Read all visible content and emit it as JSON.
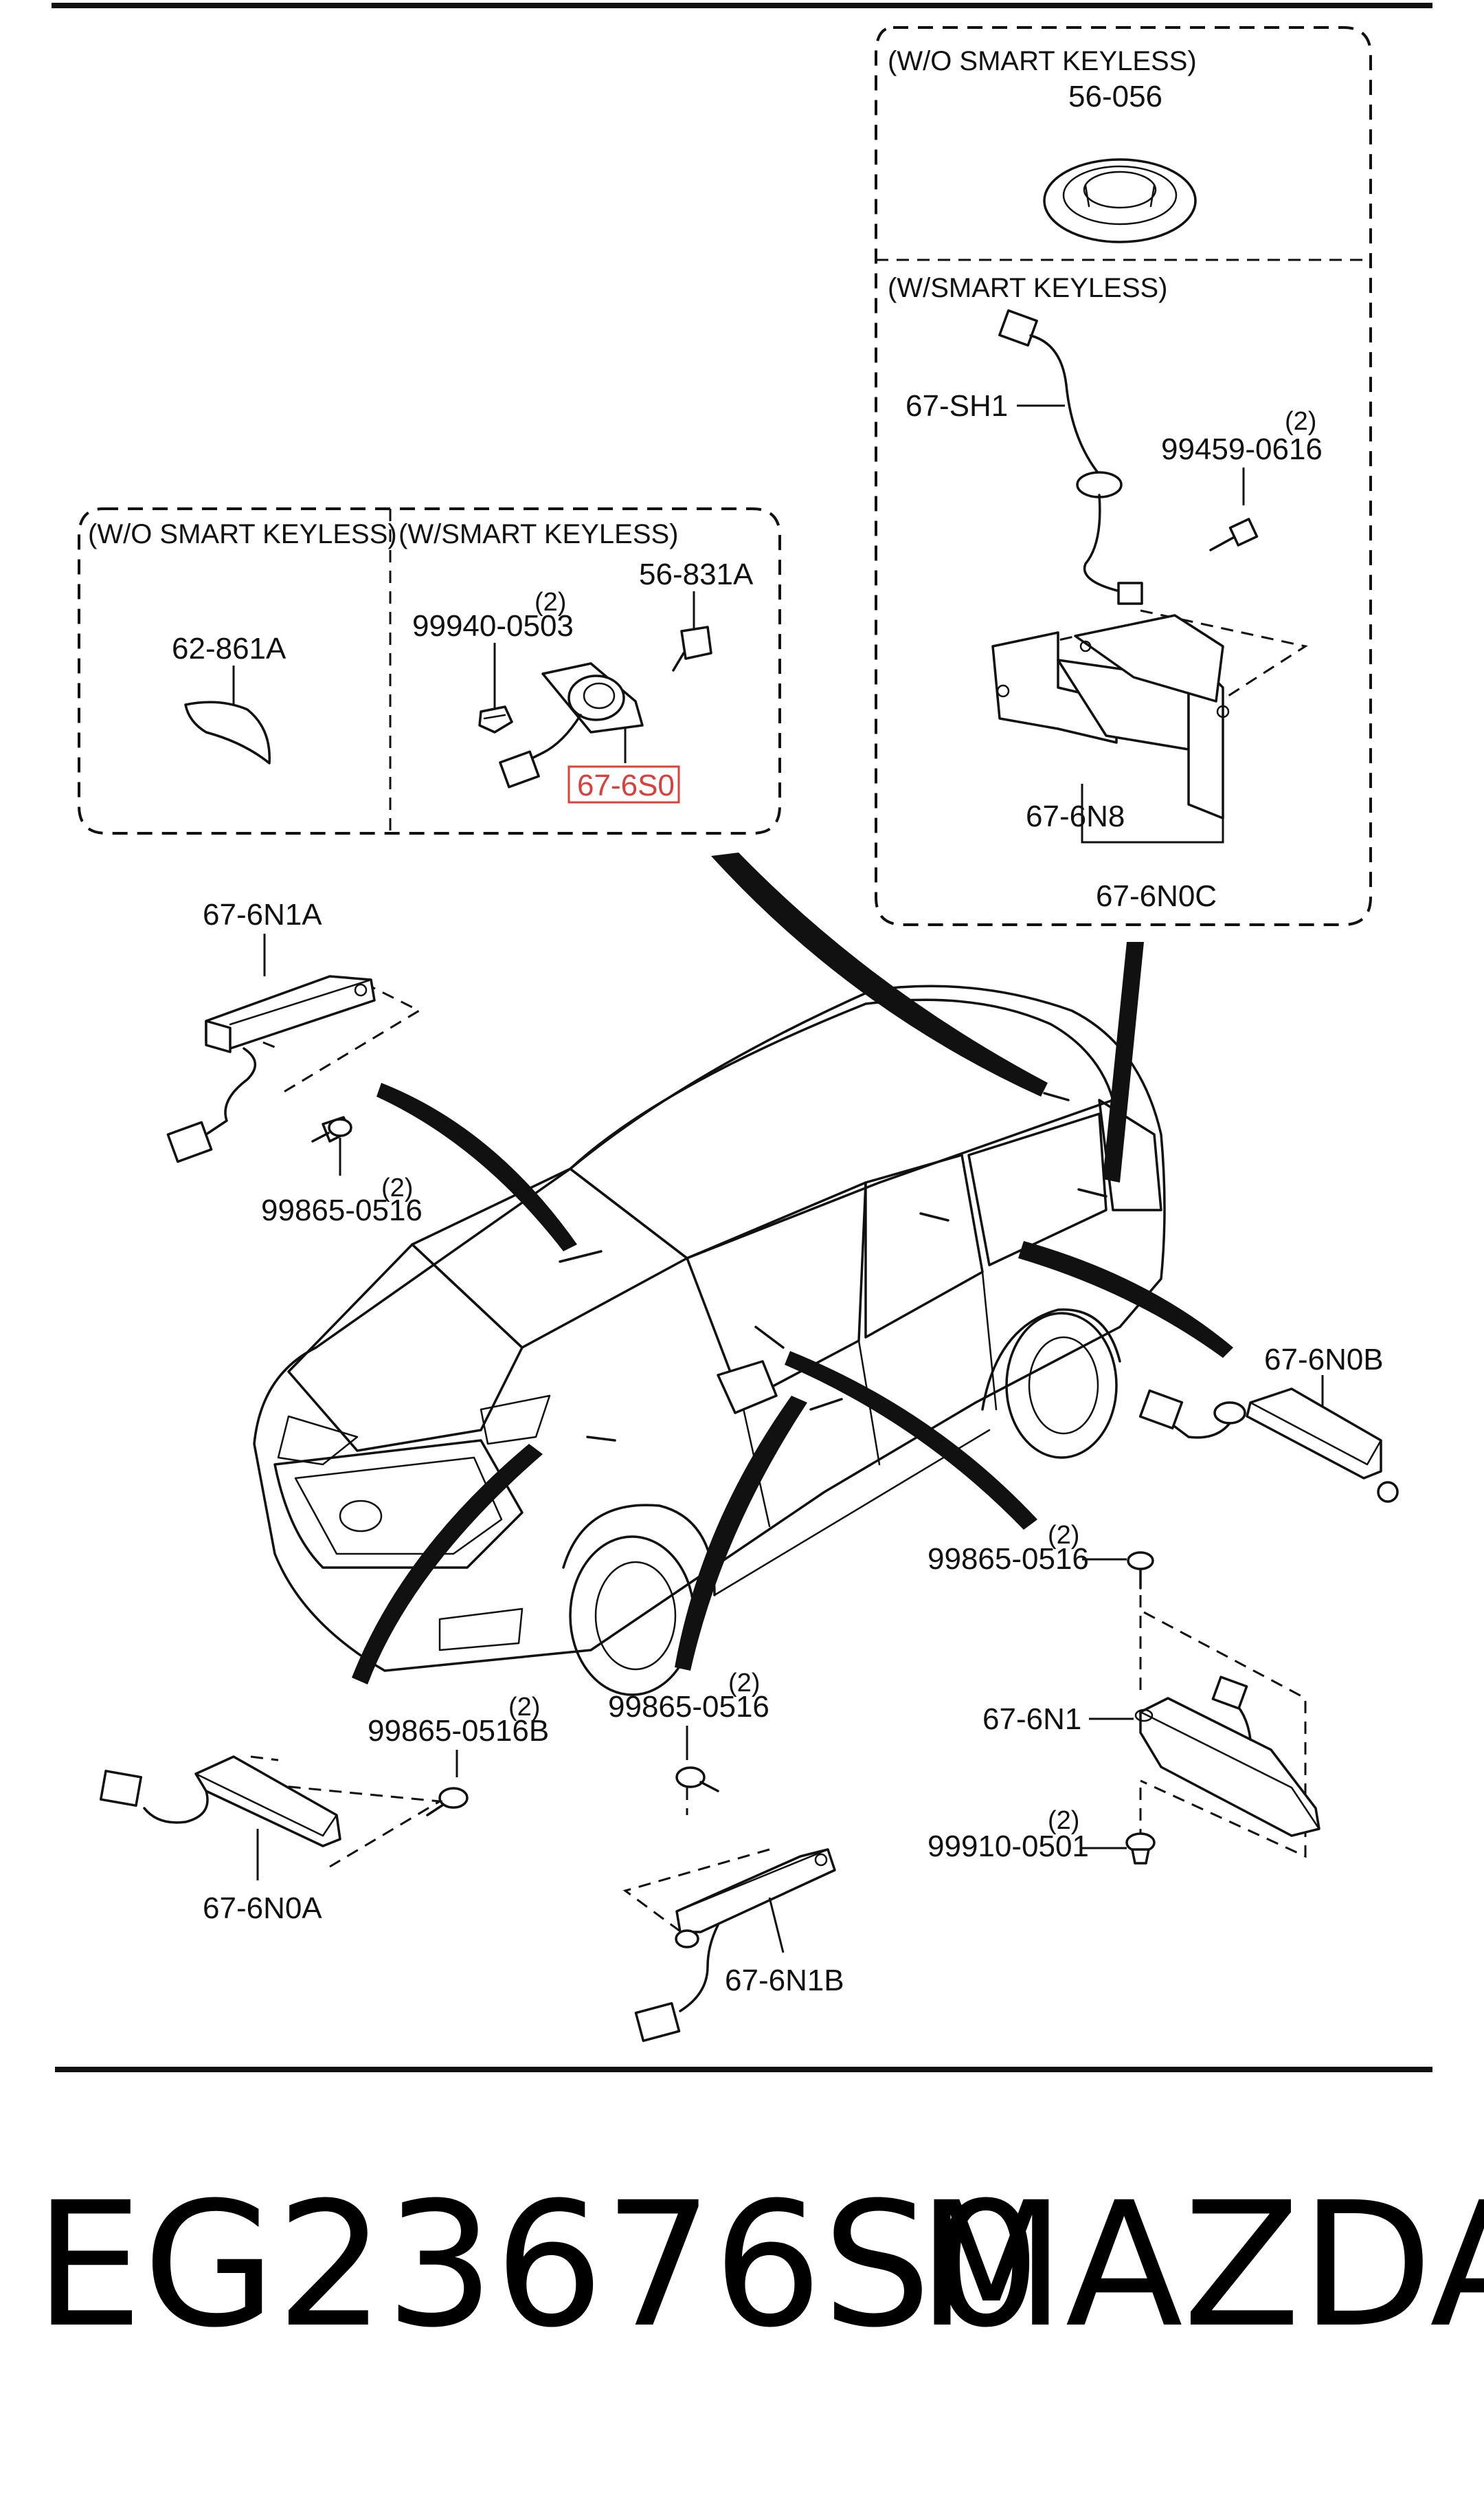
{
  "groups": {
    "top_right_wo": "(W/O SMART KEYLESS)",
    "top_right_w": "(W/SMART KEYLESS)",
    "left_wo": "(W/O SMART KEYLESS)",
    "left_w": "(W/SMART KEYLESS)"
  },
  "parts": {
    "p56_056": "56-056",
    "p67_sh1": "67-SH1",
    "p99459": "99459-0616",
    "p99459_qty": "(2)",
    "p67_6n8": "67-6N8",
    "p67_6n0c": "67-6N0C",
    "p62_861a": "62-861A",
    "p99940": "99940-0503",
    "p99940_qty": "(2)",
    "p56_831a": "56-831A",
    "p67_6s0": "67-6S0",
    "p67_6n1a": "67-6N1A",
    "p99865_a": "99865-0516",
    "p99865_a_qty": "(2)",
    "p67_6n0b": "67-6N0B",
    "p99865_b": "99865-0516",
    "p99865_b_qty": "(2)",
    "p67_6n1": "67-6N1",
    "p99910": "99910-0501",
    "p99910_qty": "(2)",
    "p99865_c": "99865-0516B",
    "p99865_c_qty": "(2)",
    "p99865_d": "99865-0516",
    "p99865_d_qty": "(2)",
    "p67_6n0a": "67-6N0A",
    "p67_6n1b": "67-6N1B"
  },
  "footer": {
    "part_number": "EG23676S0",
    "brand": "MAZDA"
  },
  "colors": {
    "highlight": "#e0403a",
    "ink": "#111111"
  }
}
